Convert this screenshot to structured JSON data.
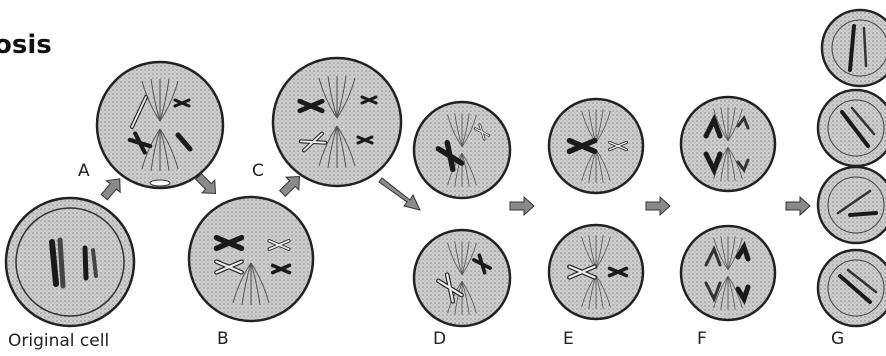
{
  "title": "osis",
  "labels": {
    "original": "Original cell",
    "a": "A",
    "b": "B",
    "c": "C",
    "d": "D",
    "e": "E",
    "f": "F",
    "g": "G"
  }
}
